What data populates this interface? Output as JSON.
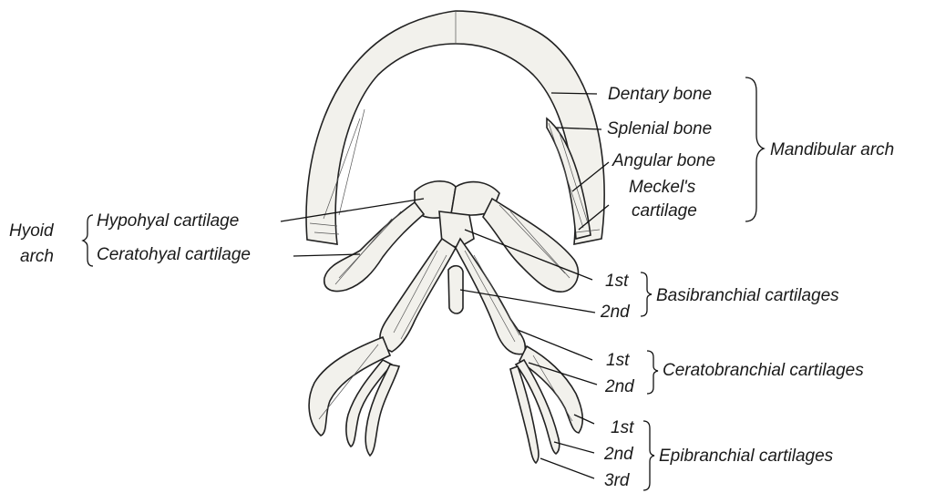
{
  "labels": {
    "dentary": "Dentary bone",
    "splenial": "Splenial bone",
    "angular": "Angular bone",
    "meckels_1": "Meckel's",
    "meckels_2": "cartilage",
    "mandibular_arch": "Mandibular arch",
    "hyoid_1": "Hyoid",
    "hyoid_2": "arch",
    "hypohyal": "Hypohyal cartilage",
    "ceratohyal": "Ceratohyal cartilage",
    "basi_1st": "1st",
    "basi_2nd": "2nd",
    "basibranchial": "Basibranchial cartilages",
    "cerato_1st": "1st",
    "cerato_2nd": "2nd",
    "ceratobranchial": "Ceratobranchial cartilages",
    "epi_1st": "1st",
    "epi_2nd": "2nd",
    "epi_3rd": "3rd",
    "epibranchial": "Epibranchial cartilages"
  }
}
